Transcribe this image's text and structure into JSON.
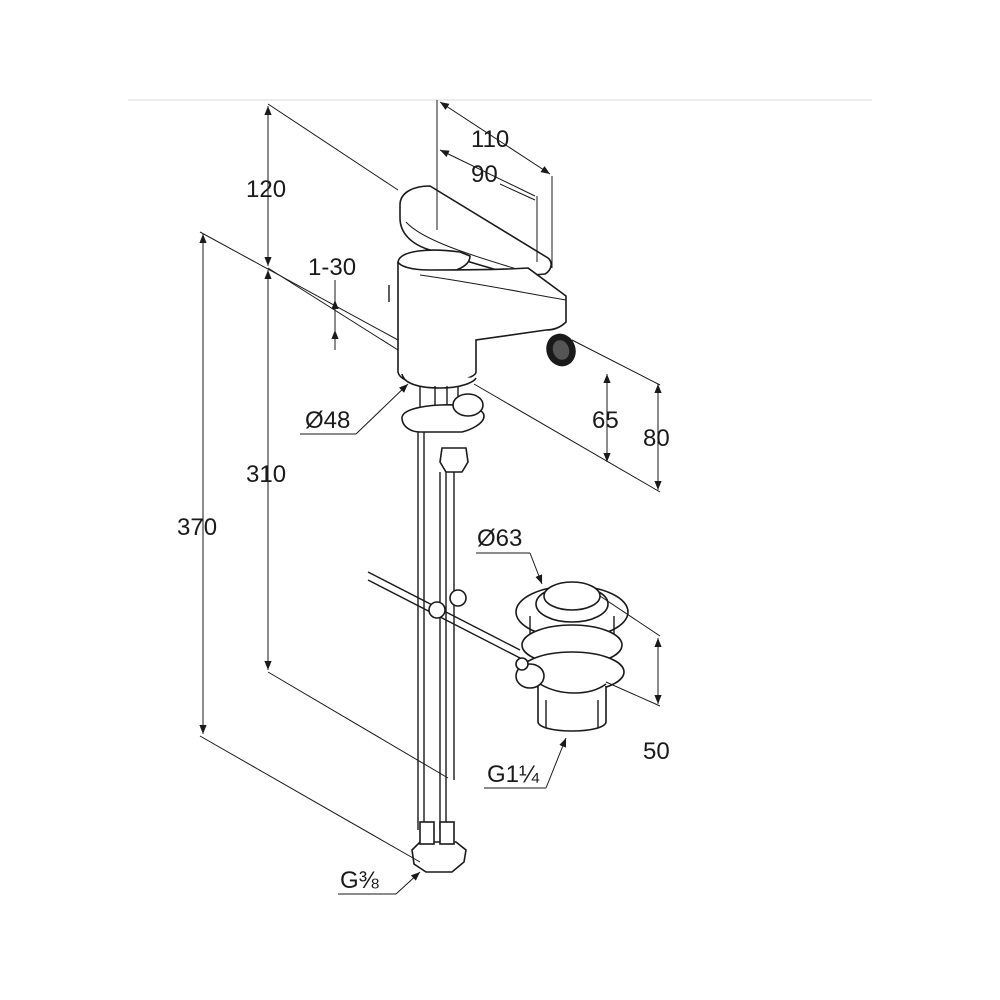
{
  "dimensions": {
    "height_top": "120",
    "height_total": "370",
    "height_below": "310",
    "depth_outer": "110",
    "depth_inner": "90",
    "lever_travel": "1-30",
    "base_diameter": "Ø48",
    "spout_height_outlet": "65",
    "spout_height_top": "80",
    "waste_diameter": "Ø63",
    "waste_height": "50",
    "waste_thread": "G1¼",
    "supply_thread": "G⅜"
  },
  "colors": {
    "line": "#1a1a1a",
    "background": "#ffffff",
    "rule": "#e6e6e6"
  }
}
